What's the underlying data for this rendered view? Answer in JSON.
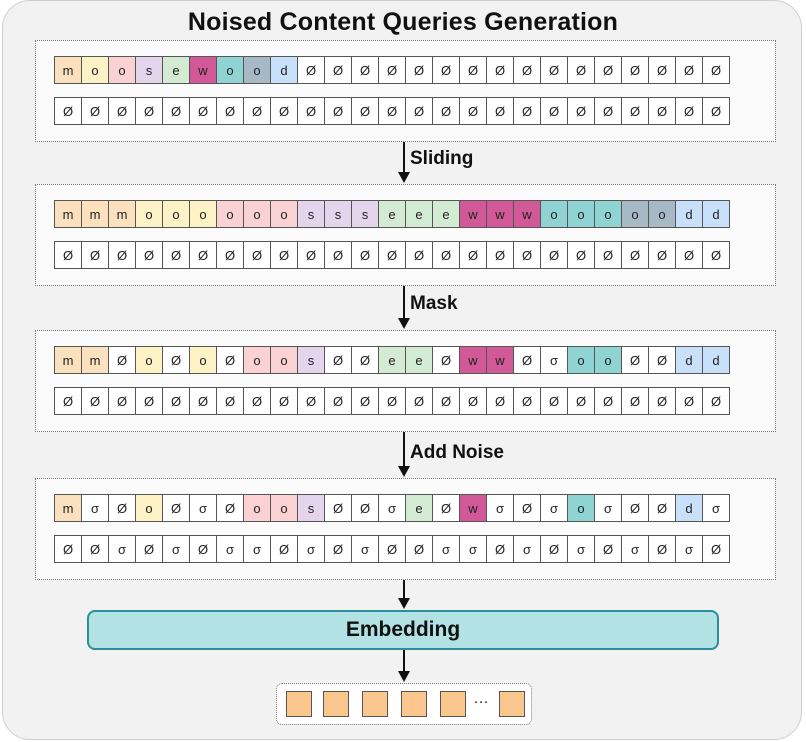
{
  "title": "Noised Content Queries Generation",
  "colors": {
    "m": "#fbe1bd",
    "o": "#fdf2c5",
    "o2": "#fbd2d3",
    "s": "#e4d5ec",
    "e": "#d4ebd3",
    "w": "#d15997",
    "o3": "#8fd3d3",
    "o4": "#a8b9c6",
    "d": "#c9e0fa",
    "blank": "#ffffff"
  },
  "steps": [
    "Sliding",
    "Mask",
    "Add Noise"
  ],
  "embedding_label": "Embedding",
  "output_ellipsis": "…",
  "panels": [
    {
      "top": [
        [
          "m",
          "m"
        ],
        [
          "o",
          "o"
        ],
        [
          "o",
          "o2"
        ],
        [
          "s",
          "s"
        ],
        [
          "e",
          "e"
        ],
        [
          "w",
          "w"
        ],
        [
          "o",
          "o3"
        ],
        [
          "o",
          "o4"
        ],
        [
          "d",
          "d"
        ],
        [
          "Ø",
          "blank"
        ],
        [
          "Ø",
          "blank"
        ],
        [
          "Ø",
          "blank"
        ],
        [
          "Ø",
          "blank"
        ],
        [
          "Ø",
          "blank"
        ],
        [
          "Ø",
          "blank"
        ],
        [
          "Ø",
          "blank"
        ],
        [
          "Ø",
          "blank"
        ],
        [
          "Ø",
          "blank"
        ],
        [
          "Ø",
          "blank"
        ],
        [
          "Ø",
          "blank"
        ],
        [
          "Ø",
          "blank"
        ],
        [
          "Ø",
          "blank"
        ],
        [
          "Ø",
          "blank"
        ],
        [
          "Ø",
          "blank"
        ],
        [
          "Ø",
          "blank"
        ]
      ],
      "bottom": [
        "Ø",
        "Ø",
        "Ø",
        "Ø",
        "Ø",
        "Ø",
        "Ø",
        "Ø",
        "Ø",
        "Ø",
        "Ø",
        "Ø",
        "Ø",
        "Ø",
        "Ø",
        "Ø",
        "Ø",
        "Ø",
        "Ø",
        "Ø",
        "Ø",
        "Ø",
        "Ø",
        "Ø",
        "Ø"
      ]
    },
    {
      "top": [
        [
          "m",
          "m"
        ],
        [
          "m",
          "m"
        ],
        [
          "m",
          "m"
        ],
        [
          "o",
          "o"
        ],
        [
          "o",
          "o"
        ],
        [
          "o",
          "o"
        ],
        [
          "o",
          "o2"
        ],
        [
          "o",
          "o2"
        ],
        [
          "o",
          "o2"
        ],
        [
          "s",
          "s"
        ],
        [
          "s",
          "s"
        ],
        [
          "s",
          "s"
        ],
        [
          "e",
          "e"
        ],
        [
          "e",
          "e"
        ],
        [
          "e",
          "e"
        ],
        [
          "w",
          "w"
        ],
        [
          "w",
          "w"
        ],
        [
          "w",
          "w"
        ],
        [
          "o",
          "o3"
        ],
        [
          "o",
          "o3"
        ],
        [
          "o",
          "o3"
        ],
        [
          "o",
          "o4"
        ],
        [
          "o",
          "o4"
        ],
        [
          "d",
          "d"
        ],
        [
          "d",
          "d"
        ]
      ],
      "bottom": [
        "Ø",
        "Ø",
        "Ø",
        "Ø",
        "Ø",
        "Ø",
        "Ø",
        "Ø",
        "Ø",
        "Ø",
        "Ø",
        "Ø",
        "Ø",
        "Ø",
        "Ø",
        "Ø",
        "Ø",
        "Ø",
        "Ø",
        "Ø",
        "Ø",
        "Ø",
        "Ø",
        "Ø",
        "Ø"
      ]
    },
    {
      "top": [
        [
          "m",
          "m"
        ],
        [
          "m",
          "m"
        ],
        [
          "Ø",
          "blank"
        ],
        [
          "o",
          "o"
        ],
        [
          "Ø",
          "blank"
        ],
        [
          "o",
          "o"
        ],
        [
          "Ø",
          "blank"
        ],
        [
          "o",
          "o2"
        ],
        [
          "o",
          "o2"
        ],
        [
          "s",
          "s"
        ],
        [
          "Ø",
          "blank"
        ],
        [
          "Ø",
          "blank"
        ],
        [
          "e",
          "e"
        ],
        [
          "e",
          "e"
        ],
        [
          "Ø",
          "blank"
        ],
        [
          "w",
          "w"
        ],
        [
          "w",
          "w"
        ],
        [
          "Ø",
          "blank"
        ],
        [
          "σ",
          "blank"
        ],
        [
          "o",
          "o3"
        ],
        [
          "o",
          "o3"
        ],
        [
          "Ø",
          "blank"
        ],
        [
          "Ø",
          "blank"
        ],
        [
          "d",
          "d"
        ],
        [
          "d",
          "d"
        ]
      ],
      "bottom": [
        "Ø",
        "Ø",
        "Ø",
        "Ø",
        "Ø",
        "Ø",
        "Ø",
        "Ø",
        "Ø",
        "Ø",
        "Ø",
        "Ø",
        "Ø",
        "Ø",
        "Ø",
        "Ø",
        "Ø",
        "Ø",
        "Ø",
        "Ø",
        "Ø",
        "Ø",
        "Ø",
        "Ø",
        "Ø"
      ]
    },
    {
      "top": [
        [
          "m",
          "m"
        ],
        [
          "σ",
          "blank"
        ],
        [
          "Ø",
          "blank"
        ],
        [
          "o",
          "o"
        ],
        [
          "Ø",
          "blank"
        ],
        [
          "σ",
          "blank"
        ],
        [
          "Ø",
          "blank"
        ],
        [
          "o",
          "o2"
        ],
        [
          "o",
          "o2"
        ],
        [
          "s",
          "s"
        ],
        [
          "Ø",
          "blank"
        ],
        [
          "Ø",
          "blank"
        ],
        [
          "σ",
          "blank"
        ],
        [
          "e",
          "e"
        ],
        [
          "Ø",
          "blank"
        ],
        [
          "w",
          "w"
        ],
        [
          "σ",
          "blank"
        ],
        [
          "Ø",
          "blank"
        ],
        [
          "σ",
          "blank"
        ],
        [
          "o",
          "o3"
        ],
        [
          "σ",
          "blank"
        ],
        [
          "Ø",
          "blank"
        ],
        [
          "Ø",
          "blank"
        ],
        [
          "d",
          "d"
        ],
        [
          "σ",
          "blank"
        ]
      ],
      "bottom": [
        "Ø",
        "Ø",
        "σ",
        "Ø",
        "σ",
        "Ø",
        "σ",
        "σ",
        "Ø",
        "σ",
        "Ø",
        "σ",
        "Ø",
        "Ø",
        "σ",
        "σ",
        "Ø",
        "σ",
        "Ø",
        "σ",
        "Ø",
        "σ",
        "Ø",
        "σ",
        "Ø"
      ]
    }
  ]
}
